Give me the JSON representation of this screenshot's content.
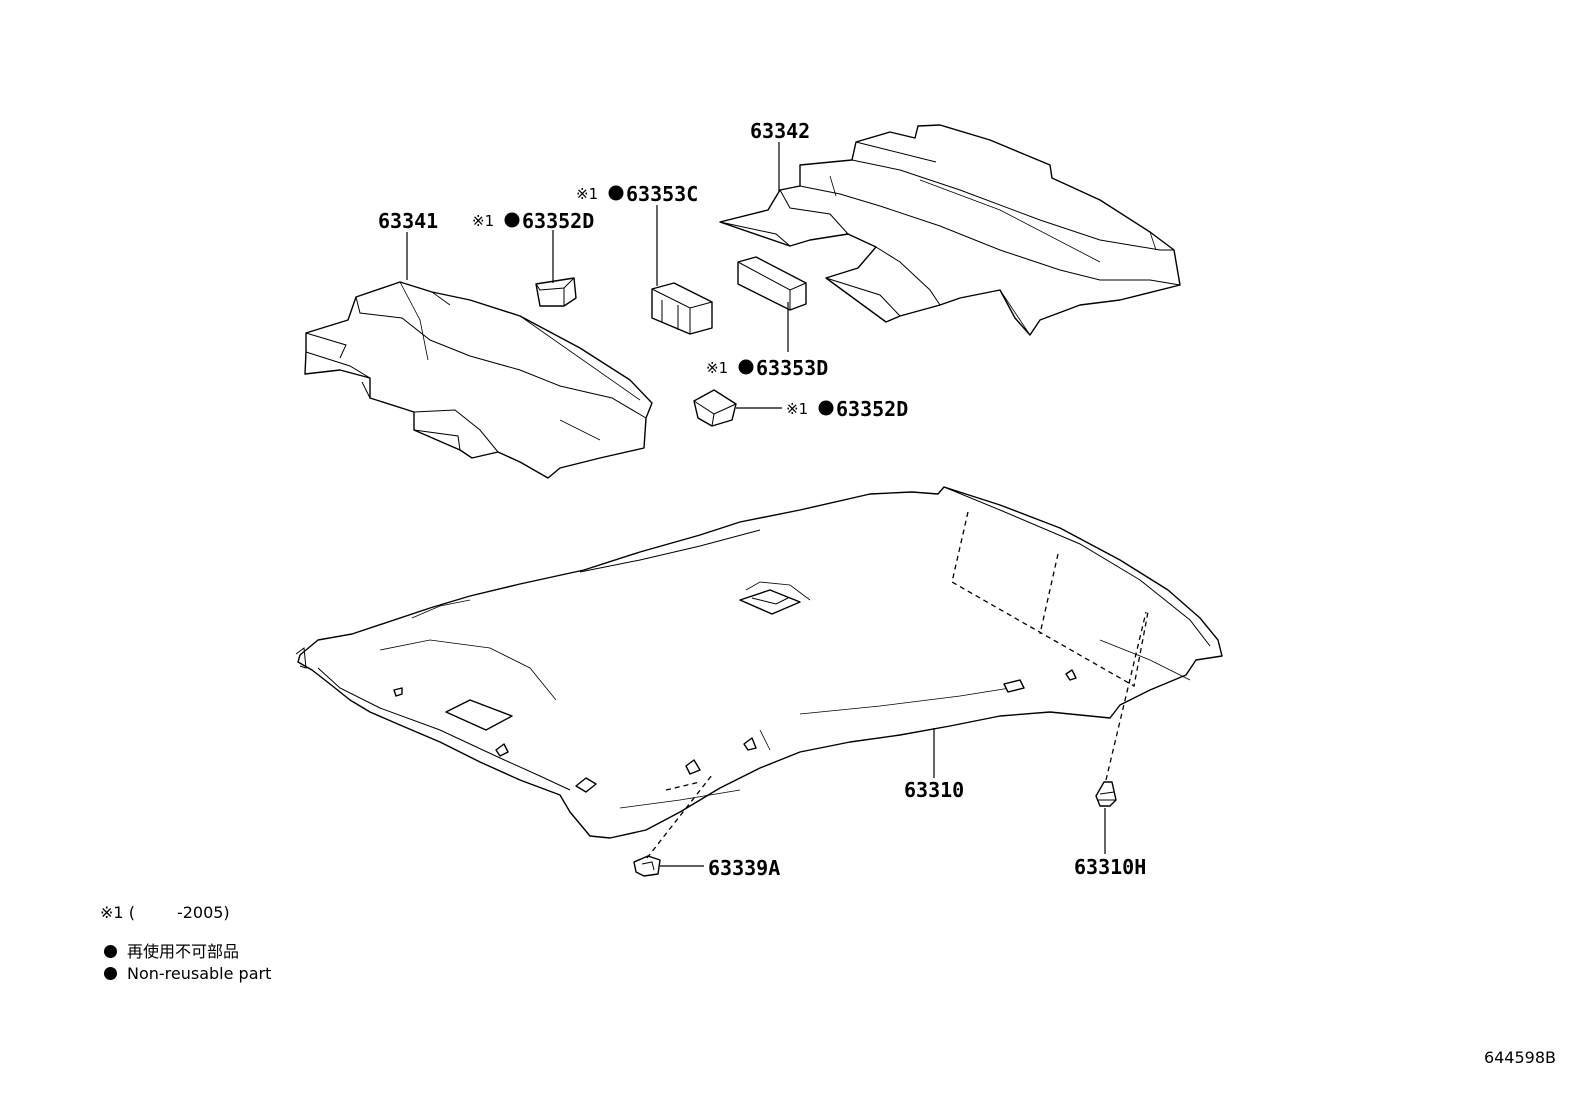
{
  "callouts": {
    "p63341": "63341",
    "p63352d_top": "63352D",
    "p63353c": "63353C",
    "p63342": "63342",
    "p63353d": "63353D",
    "p63352d_right": "63352D",
    "p63310": "63310",
    "p63339a": "63339A",
    "p63310h": "63310H"
  },
  "note_marker": "※1",
  "legend": {
    "footnote_marker": "※1",
    "footnote_open": "(",
    "footnote_range": "-2005)",
    "non_reusable_ja": "再使用不可部品",
    "non_reusable_en": "Non-reusable part"
  },
  "document_id": "644598B"
}
